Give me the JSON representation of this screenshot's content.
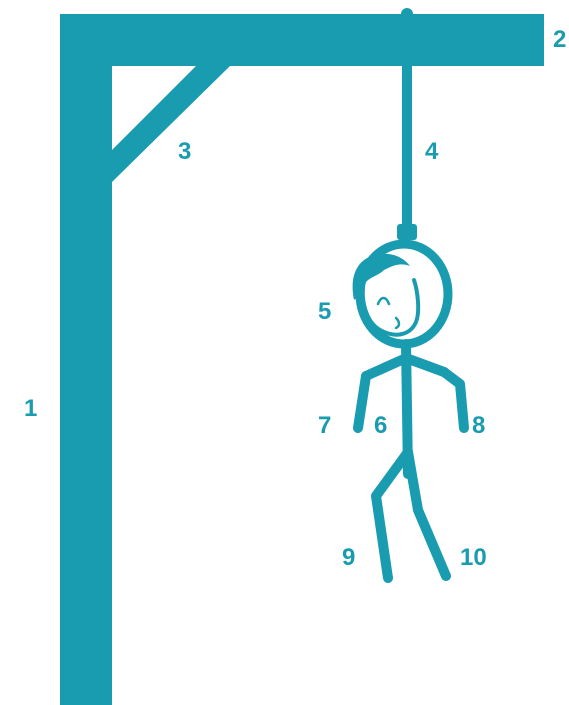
{
  "colors": {
    "primary": "#1a9cb0",
    "background": "#ffffff"
  },
  "labels": {
    "upright": "1",
    "beam": "2",
    "brace": "3",
    "rope": "4",
    "head": "5",
    "body": "6",
    "left_arm": "7",
    "right_arm": "8",
    "left_leg": "9",
    "right_leg": "10"
  }
}
